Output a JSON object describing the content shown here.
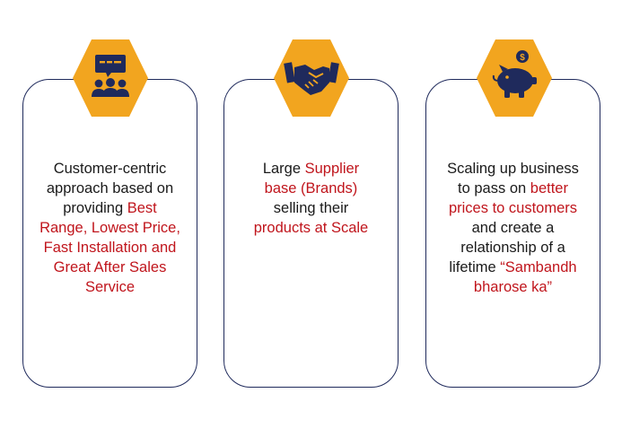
{
  "colors": {
    "accent": "#c0151c",
    "hexagon": "#f2a51f",
    "icon": "#1f2a5c",
    "border": "#1f2a5c"
  },
  "cards": [
    {
      "icon": "audience-presentation-icon",
      "lines": [
        [
          {
            "t": "Customer-centric",
            "h": false
          }
        ],
        [
          {
            "t": "approach based on",
            "h": false
          }
        ],
        [
          {
            "t": "providing ",
            "h": false
          },
          {
            "t": "Best",
            "h": true
          }
        ],
        [
          {
            "t": "Range, Lowest Price,",
            "h": true
          }
        ],
        [
          {
            "t": "Fast Installation and",
            "h": true
          }
        ],
        [
          {
            "t": "Great After Sales",
            "h": true
          }
        ],
        [
          {
            "t": "Service",
            "h": true
          }
        ]
      ]
    },
    {
      "icon": "handshake-icon",
      "lines": [
        [
          {
            "t": "Large ",
            "h": false
          },
          {
            "t": "Supplier",
            "h": true
          }
        ],
        [
          {
            "t": "base (Brands)",
            "h": true
          }
        ],
        [
          {
            "t": "selling their",
            "h": false
          }
        ],
        [
          {
            "t": "products at Scale",
            "h": true
          }
        ]
      ]
    },
    {
      "icon": "piggy-bank-icon",
      "lines": [
        [
          {
            "t": "Scaling up business",
            "h": false
          }
        ],
        [
          {
            "t": "to pass on ",
            "h": false
          },
          {
            "t": "better",
            "h": true
          }
        ],
        [
          {
            "t": "prices to customers",
            "h": true
          }
        ],
        [
          {
            "t": "and create a",
            "h": false
          }
        ],
        [
          {
            "t": "relationship of a",
            "h": false
          }
        ],
        [
          {
            "t": "lifetime ",
            "h": false
          },
          {
            "t": "“Sambandh",
            "h": true
          }
        ],
        [
          {
            "t": "bharose ka”",
            "h": true
          }
        ]
      ]
    }
  ]
}
